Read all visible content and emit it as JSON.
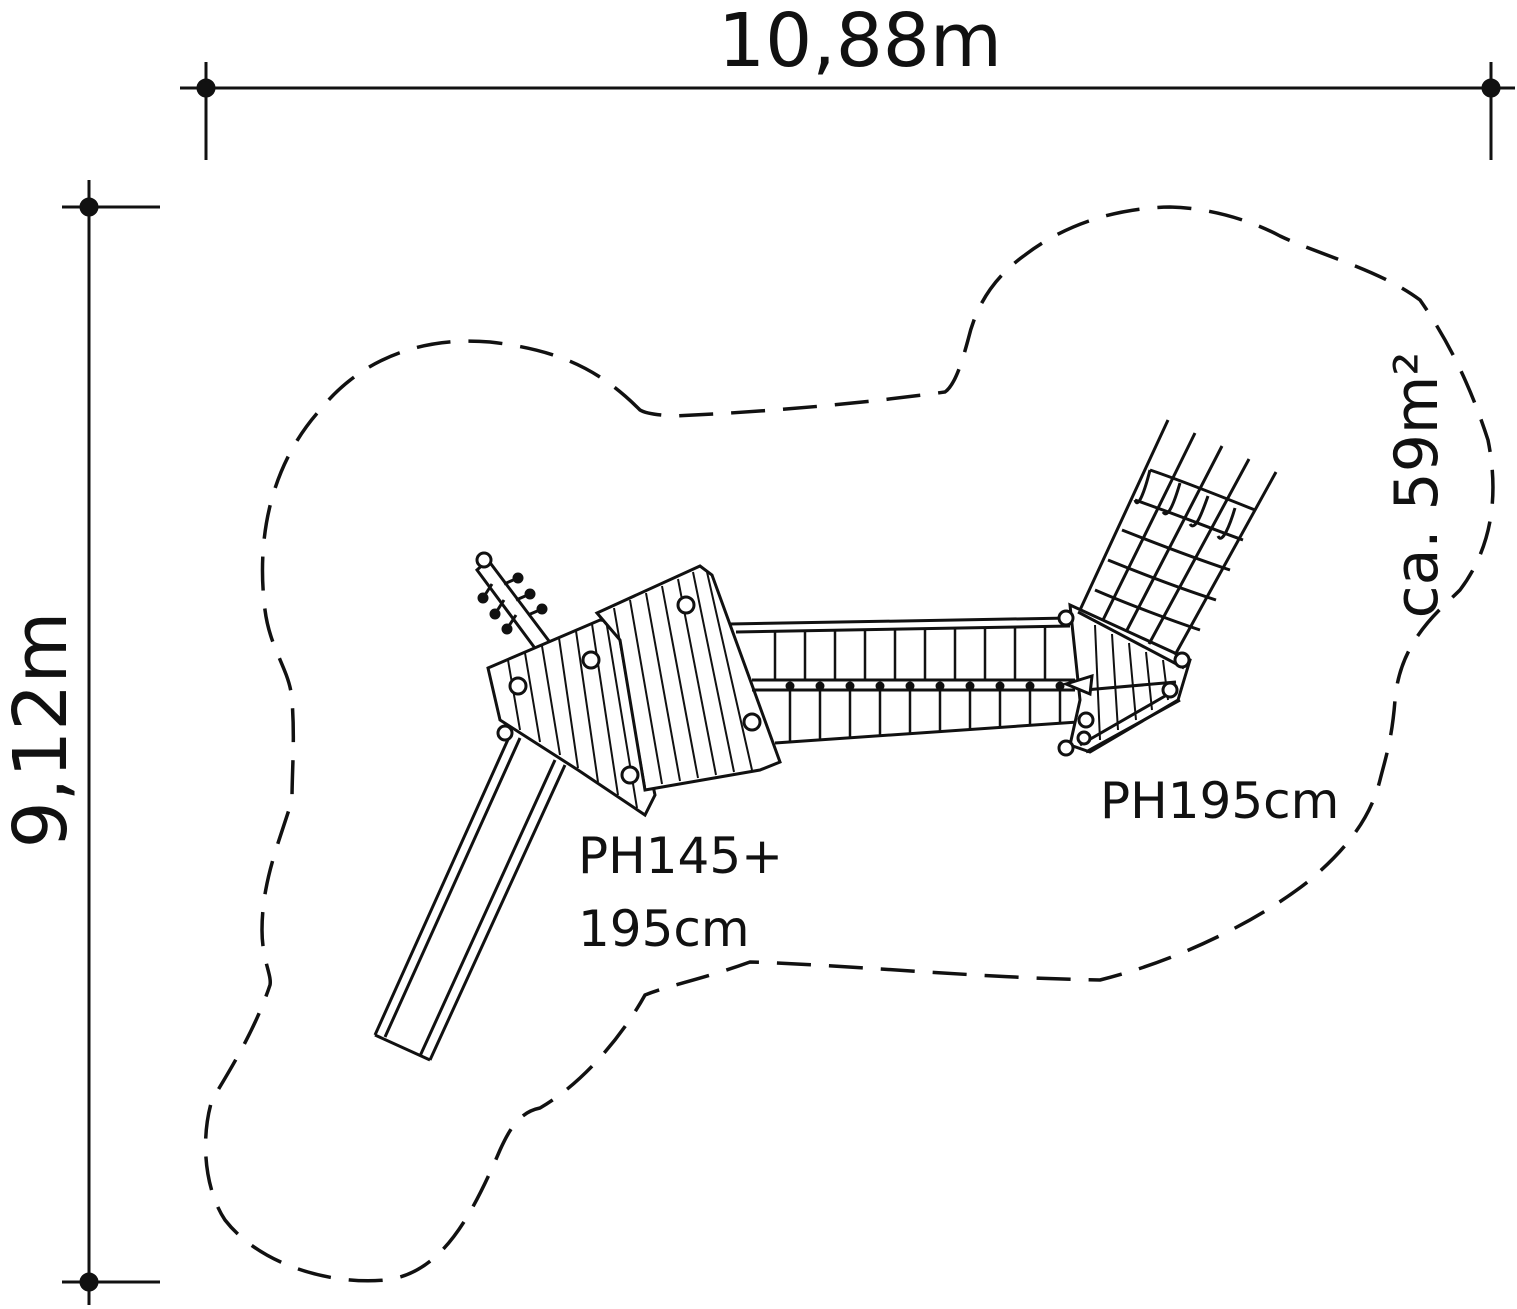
{
  "dimensions": {
    "width": "10,88m",
    "depth": "9,12m"
  },
  "area": "ca. 59m²",
  "labels": {
    "tower_left_line1": "PH145+",
    "tower_left_line2": "195cm",
    "tower_right": "PH195cm"
  },
  "colors": {
    "ink": "#111111",
    "background": "#ffffff"
  }
}
